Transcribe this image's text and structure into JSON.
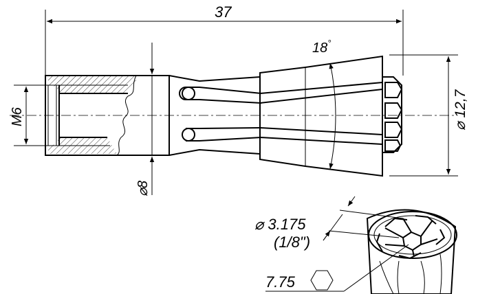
{
  "dimensions": {
    "overall_length": "37",
    "cone_angle": "18",
    "cone_angle_unit": "°",
    "outer_diameter": "12,7",
    "thread": "M6",
    "neck_diameter": "8",
    "bore_diameter": "3.175",
    "bore_inch": "(1/8\")",
    "hex_size": "7.75"
  },
  "symbols": {
    "diameter": "⌀"
  },
  "colors": {
    "line": "#000000",
    "hatch": "#000000",
    "background": "#ffffff"
  }
}
